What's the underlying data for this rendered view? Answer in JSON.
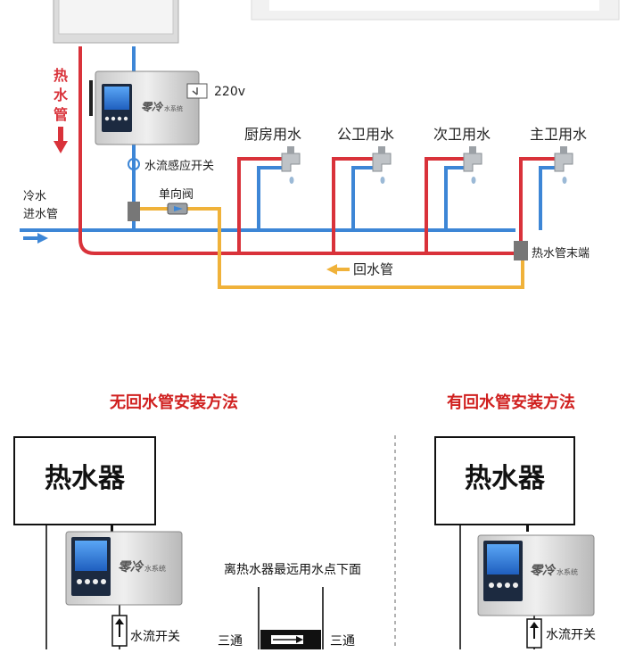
{
  "top": {
    "hot_pipe_label": [
      "热",
      "水",
      "管"
    ],
    "power_label": "220v",
    "sensor_label": "水流感应开关",
    "cold_inlet_label": [
      "冷水",
      "进水管"
    ],
    "check_valve_label": "单向阀",
    "faucets": [
      "厨房用水",
      "公卫用水",
      "次卫用水",
      "主卫用水"
    ],
    "pipe_end_label": "热水管末端",
    "return_label": "回水管",
    "device_brand": "零冷",
    "device_brand_sub": "水系统"
  },
  "bottom": {
    "left_title": "无回水管安装方法",
    "right_title": "有回水管安装方法",
    "heater_label": "热水器",
    "far_point_label": "离热水器最远用水点下面",
    "tee_label": "三通",
    "flow_switch_label": "水流开关",
    "device_brand": "零冷",
    "device_brand_sub": "水系统"
  },
  "colors": {
    "hot_pipe": "#d9323a",
    "cold_pipe": "#3d86d6",
    "return_pipe": "#f0b23a",
    "title_red": "#d0201f",
    "device_body": "#d6d6d6",
    "lcd_blue": "#2f7bdc"
  }
}
